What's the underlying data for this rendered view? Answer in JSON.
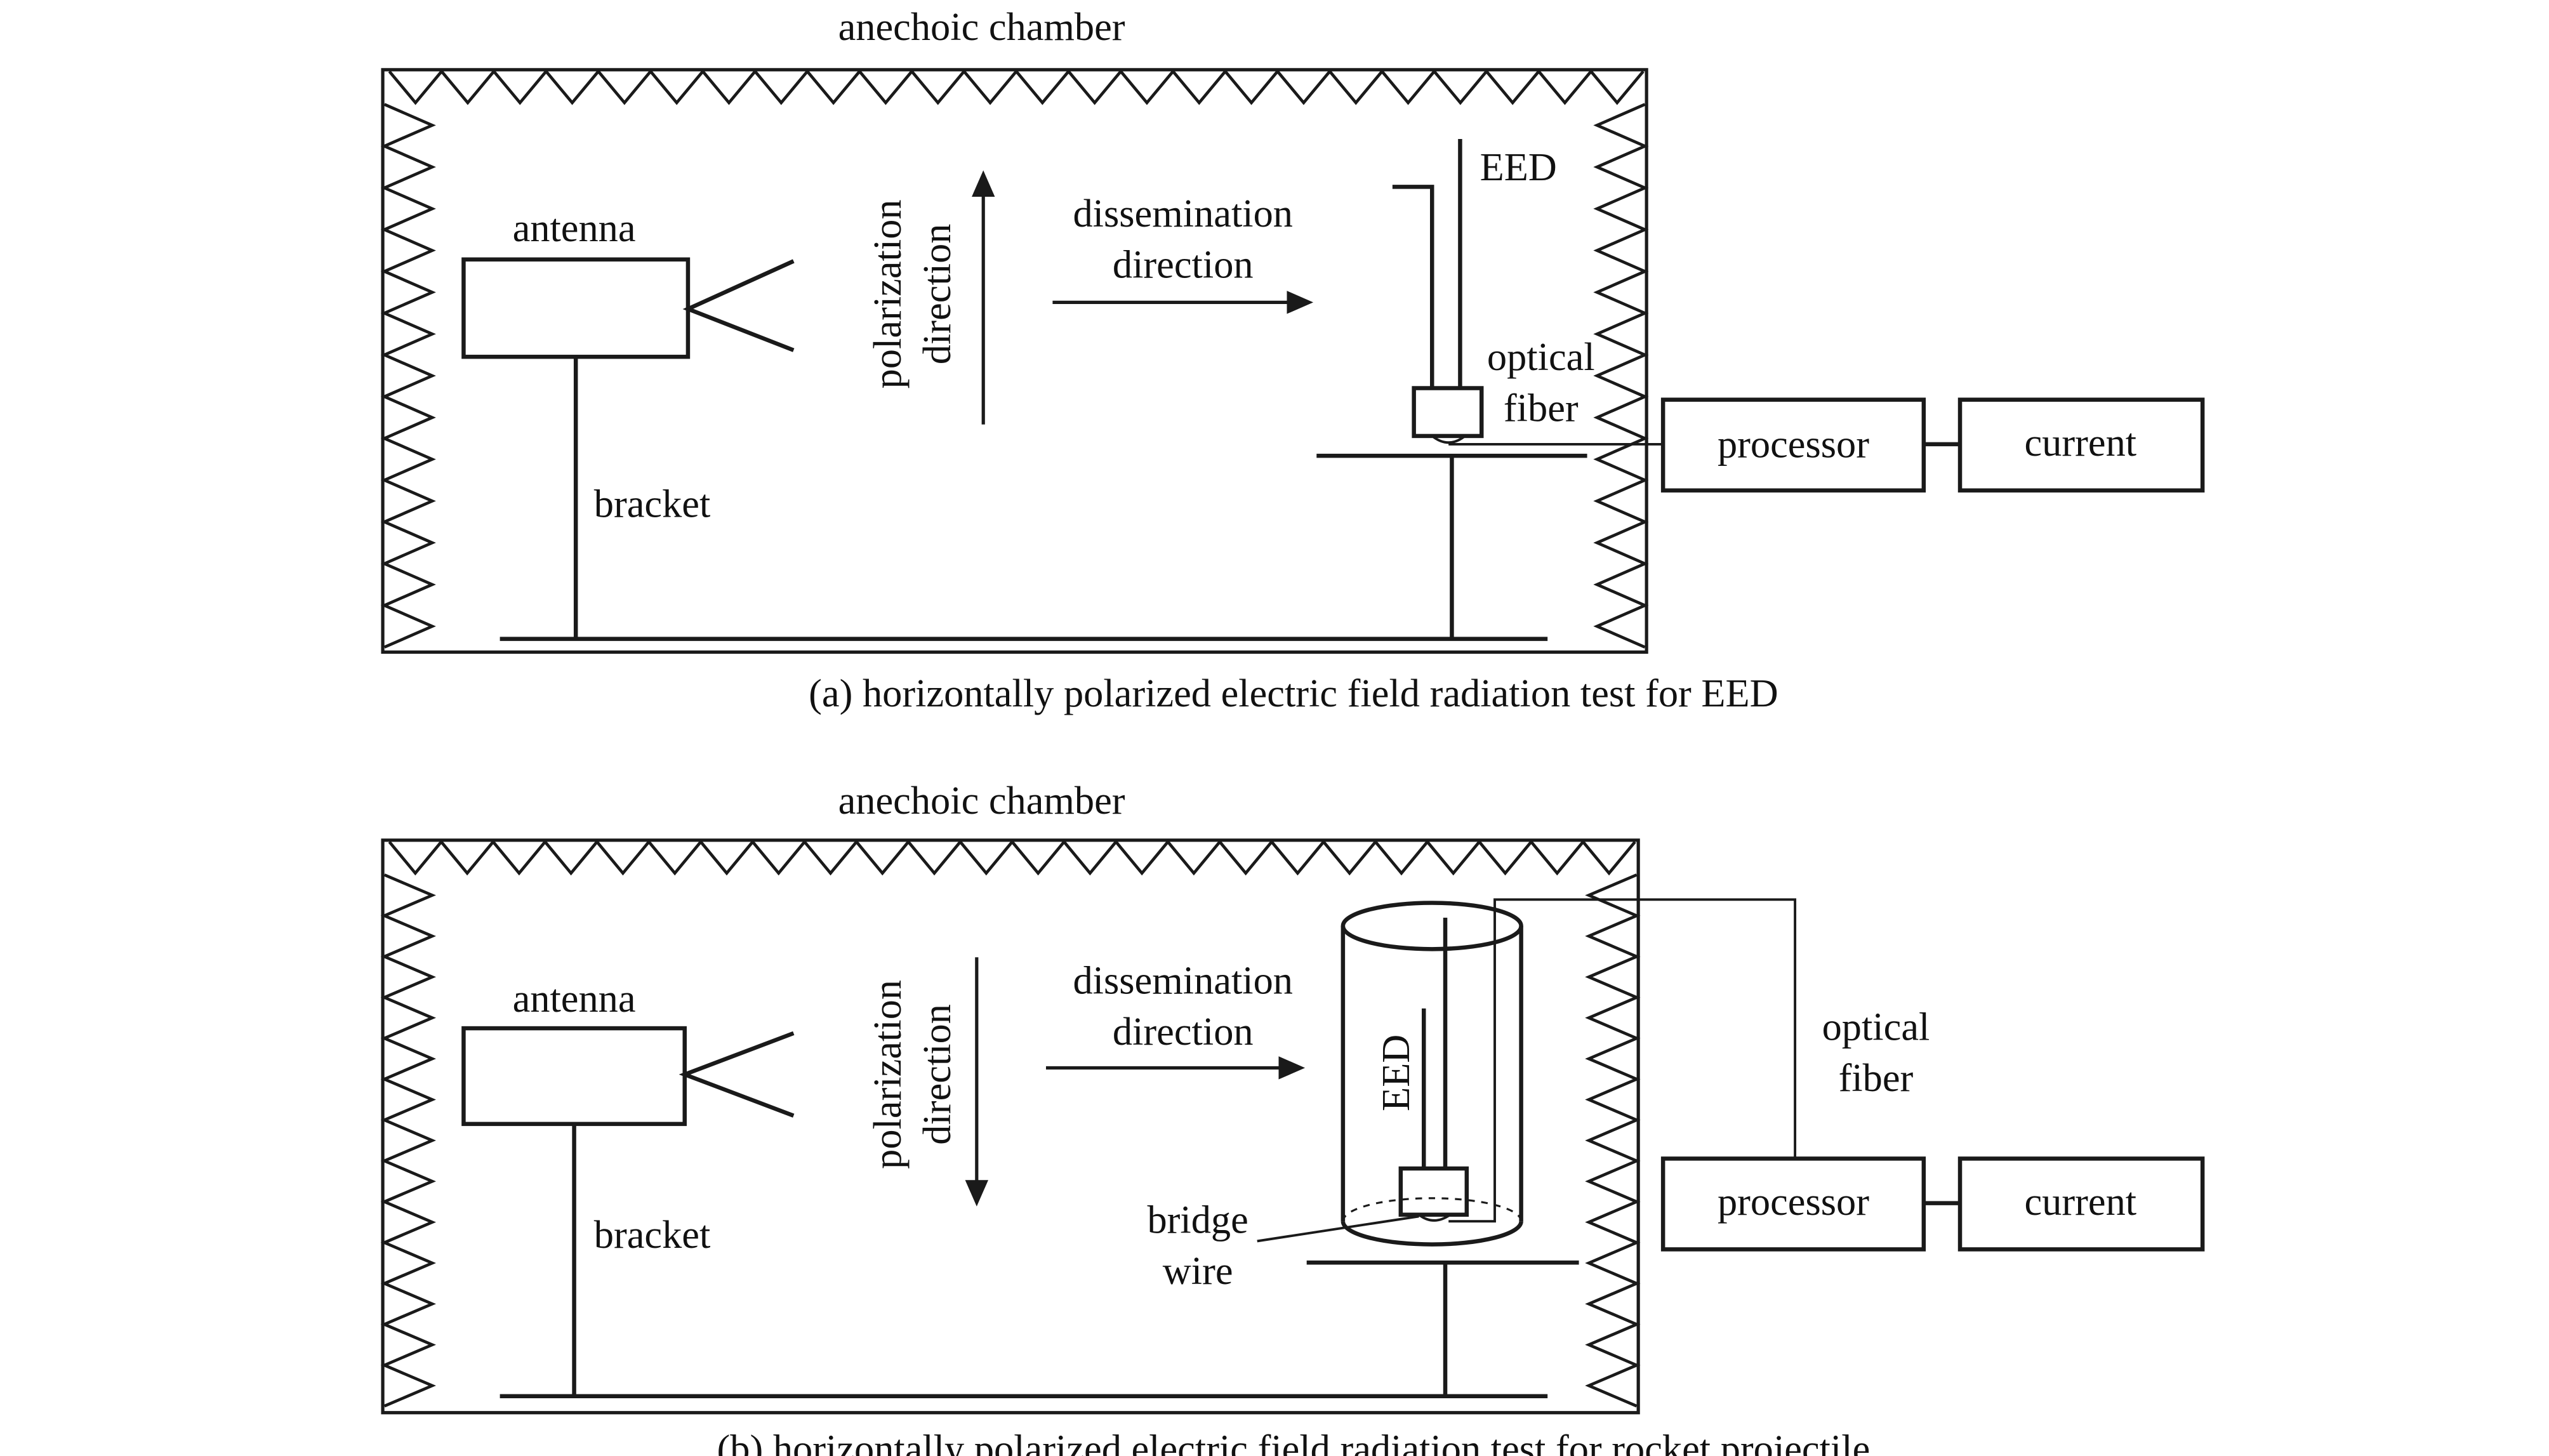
{
  "panel_a": {
    "chamber_label": "anechoic chamber",
    "antenna_label": "antenna",
    "bracket_label": "bracket",
    "polarization_label_1": "polarization",
    "polarization_label_2": "direction",
    "dissemination_label_1": "dissemination",
    "dissemination_label_2": "direction",
    "eed_label": "EED",
    "optical_label_1": "optical",
    "optical_label_2": "fiber",
    "processor_label": "processor",
    "current_label": "current",
    "caption": "(a) horizontally polarized electric field radiation test for EED"
  },
  "panel_b": {
    "chamber_label": "anechoic chamber",
    "antenna_label": "antenna",
    "bracket_label": "bracket",
    "polarization_label_1": "polarization",
    "polarization_label_2": "direction",
    "dissemination_label_1": "dissemination",
    "dissemination_label_2": "direction",
    "eed_label": "EED",
    "bridge_label_1": "bridge",
    "bridge_label_2": "wire",
    "optical_label_1": "optical",
    "optical_label_2": "fiber",
    "processor_label": "processor",
    "current_label": "current",
    "caption": "(b) horizontally polarized electric field radiation test for rocket projectile"
  }
}
